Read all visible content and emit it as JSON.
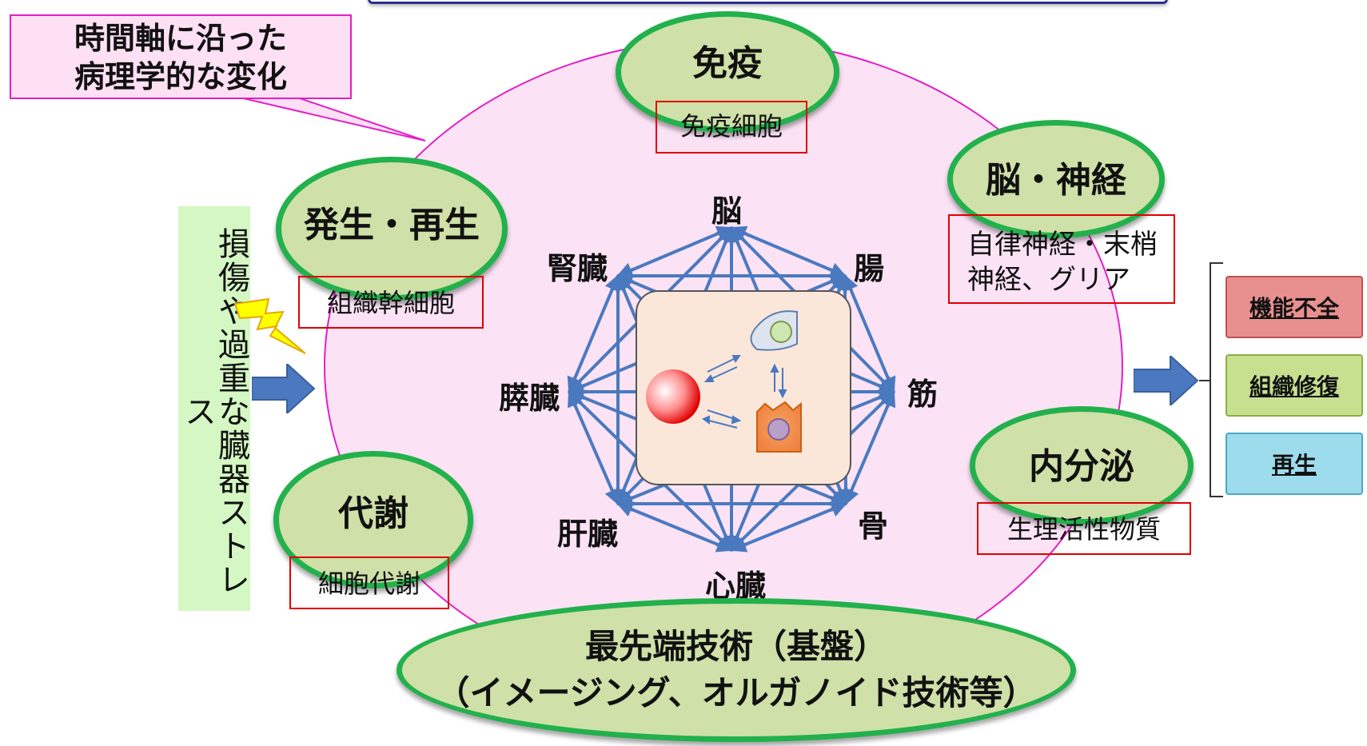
{
  "callout": {
    "line1": "時間軸に沿った",
    "line2": "病理学的な変化"
  },
  "stress": {
    "text": "損傷や過重な臓器ストレス"
  },
  "themes": {
    "immune": {
      "title": "免疫",
      "sub": "免疫細胞"
    },
    "neuro": {
      "title": "脳・神経",
      "sub1": "自律神経・末梢",
      "sub2": "神経、グリア"
    },
    "development": {
      "title": "発生・再生",
      "sub": "組織幹細胞"
    },
    "metabolism": {
      "title": "代謝",
      "sub": "細胞代謝"
    },
    "endocrine": {
      "title": "内分泌",
      "sub": "生理活性物質"
    }
  },
  "organs": {
    "brain": "脳",
    "intestine": "腸",
    "muscle": "筋",
    "bone": "骨",
    "heart": "心臓",
    "liver": "肝臓",
    "pancreas": "膵臓",
    "kidney": "腎臓"
  },
  "technology": {
    "line1": "最先端技術（基盤）",
    "line2": "（イメージング、オルガノイド技術等）"
  },
  "outcomes": [
    {
      "label": "機能不全",
      "color": "#e8908f"
    },
    {
      "label": "組織修復",
      "color": "#c6e08f"
    },
    {
      "label": "再生",
      "color": "#9ddcec"
    }
  ],
  "colors": {
    "accent_magenta": "#e21fc6",
    "ellipse_border": "#22b14c",
    "network_blue": "#4a79c0"
  }
}
